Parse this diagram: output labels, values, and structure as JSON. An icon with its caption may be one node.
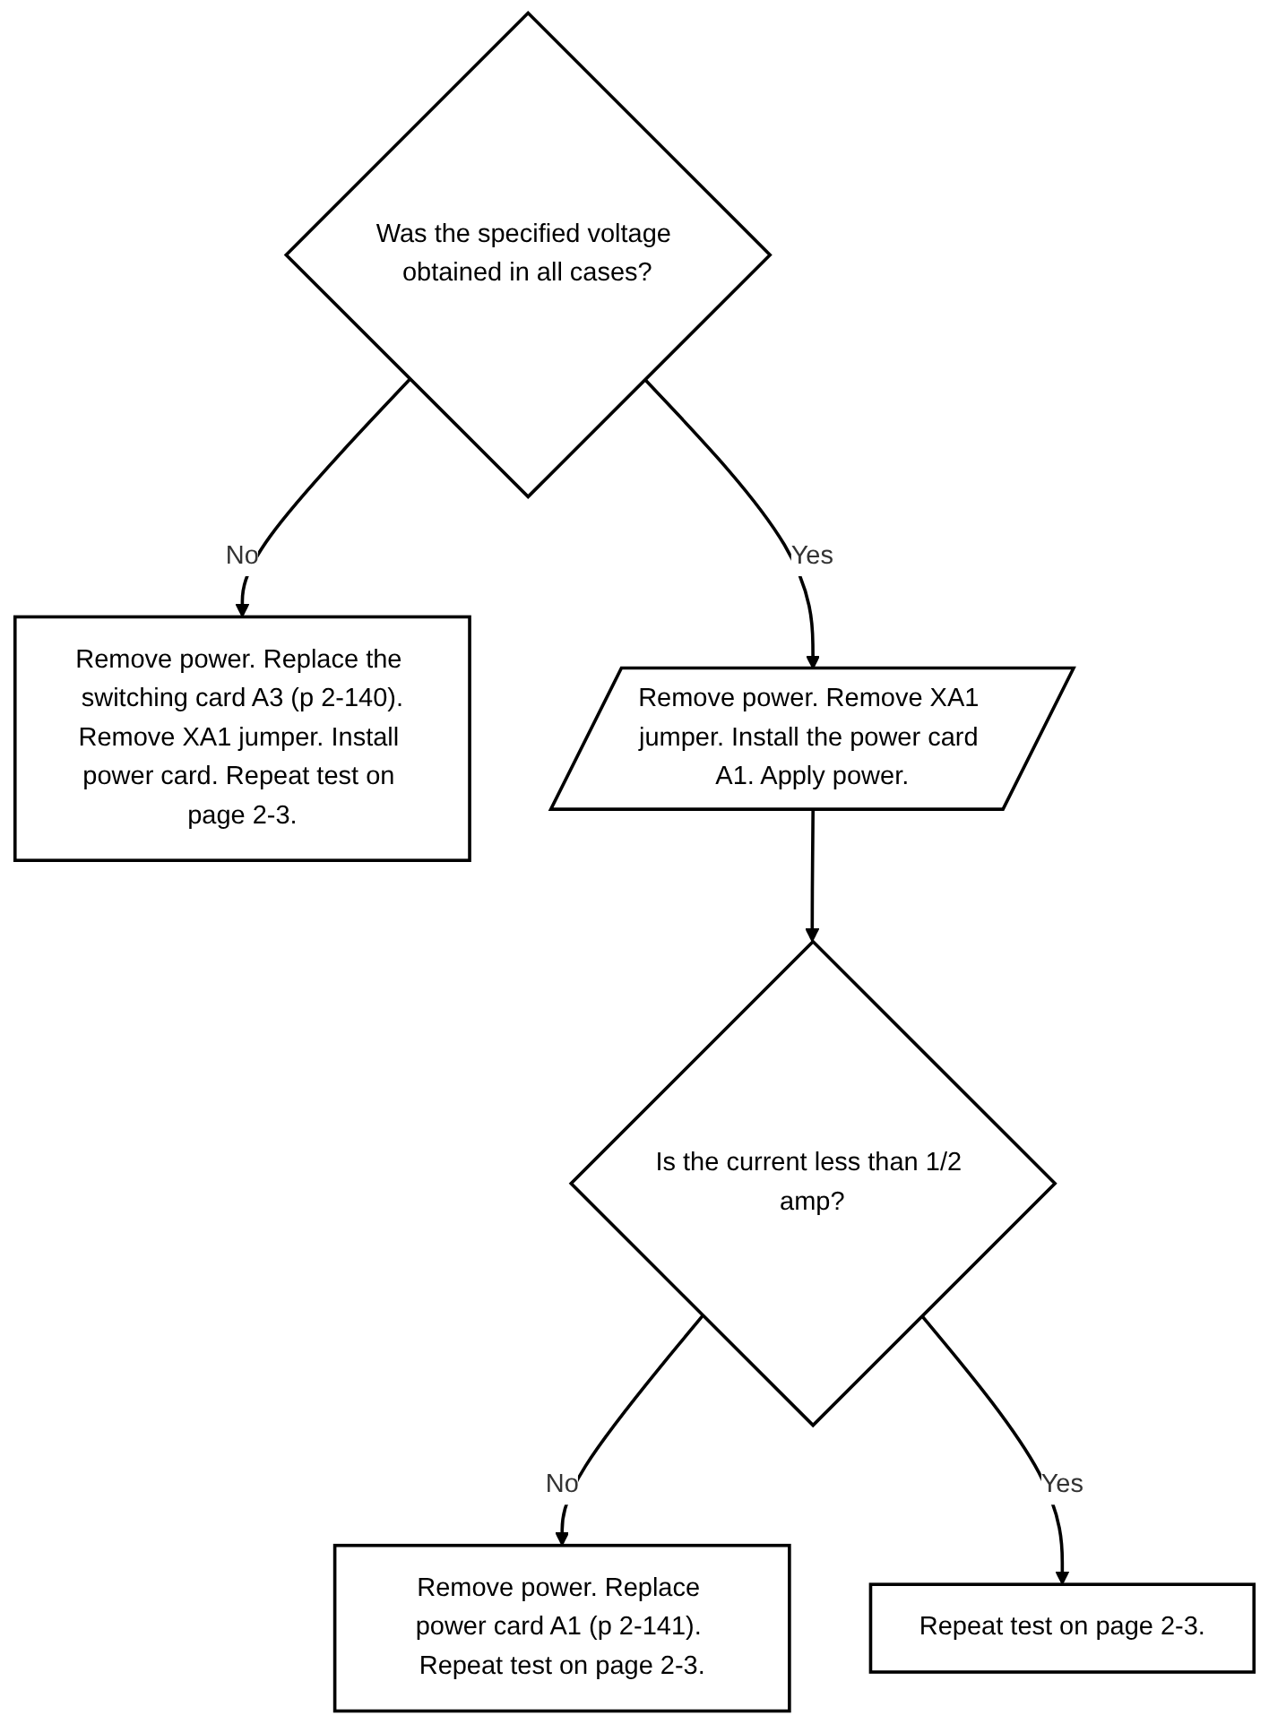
{
  "diagram": {
    "nodes": [
      {
        "text": [
          "Was the specified voltage obtained in all cases?"
        ]
      },
      {
        "text": [
          "Remove power. Replace the switching card A3 (p 2-140).",
          "Remove XA1 jumper. Install power card. Repeat test on page 2-3."
        ]
      },
      {
        "text": [
          "Remove power. Remove XA1 jumper. Install the power card A1. Apply power."
        ]
      },
      {
        "text": [
          "Is the current less than 1/2 amp?"
        ]
      },
      {
        "text": [
          "Remove power. Replace power card A1 (p 2-141). Repeat test on page 2-3."
        ]
      },
      {
        "text": [
          "Repeat test on page 2-3."
        ]
      }
    ],
    "edges": [
      {
        "from": 0,
        "to": 1,
        "label": "No",
        "arrow": "to"
      },
      {
        "from": 0,
        "to": 2,
        "label": "Yes",
        "arrow": "to"
      },
      {
        "from": 2,
        "to": 3,
        "arrow": "to"
      },
      {
        "from": 3,
        "to": 4,
        "label": "No",
        "arrow": "to"
      },
      {
        "from": 3,
        "to": 5,
        "label": "Yes",
        "arrow": "to"
      }
    ]
  }
}
